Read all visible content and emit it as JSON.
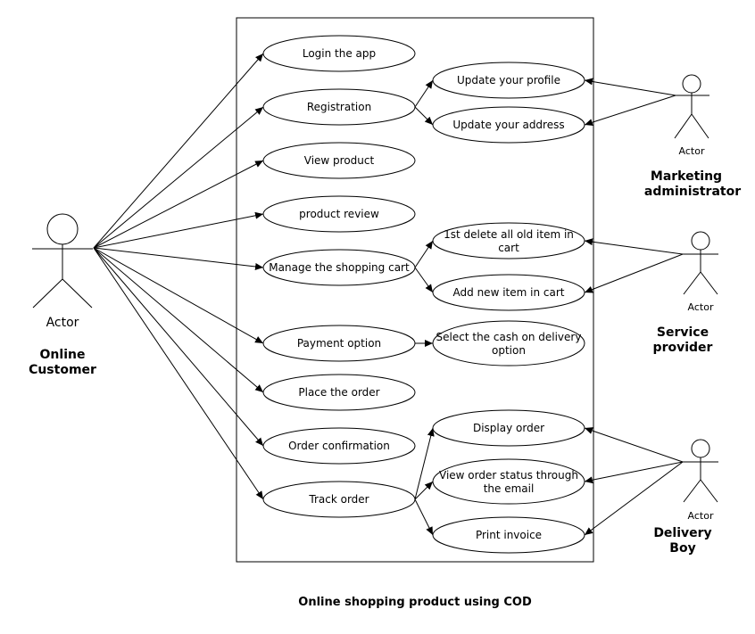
{
  "caption": "Online shopping product using COD",
  "actor_tag": "Actor",
  "actors": {
    "customer": "Online Customer",
    "customer_lines": [
      "Online",
      "Customer"
    ],
    "marketing_lines": [
      "Marketing",
      "administrator"
    ],
    "service_lines": [
      "Service",
      "provider"
    ],
    "delivery_lines": [
      "Delivery",
      "Boy"
    ]
  },
  "use_cases": {
    "login": "Login the app",
    "registration": "Registration",
    "view_product": "View product",
    "product_review": "product review",
    "manage_cart": "Manage the shopping cart",
    "payment_option": "Payment option",
    "place_order": "Place the order",
    "order_confirmation": "Order confirmation",
    "track_order": "Track order",
    "update_profile": "Update your profile",
    "update_address": "Update your address",
    "delete_old_item": [
      "1st delete all old item in",
      "cart"
    ],
    "add_new_item": "Add new item in cart",
    "cash_on_delivery": [
      "Select the cash on delivery",
      "option"
    ],
    "display_order": "Display order",
    "view_order_status": [
      "View order status through",
      "the email"
    ],
    "print_invoice": "Print invoice"
  }
}
